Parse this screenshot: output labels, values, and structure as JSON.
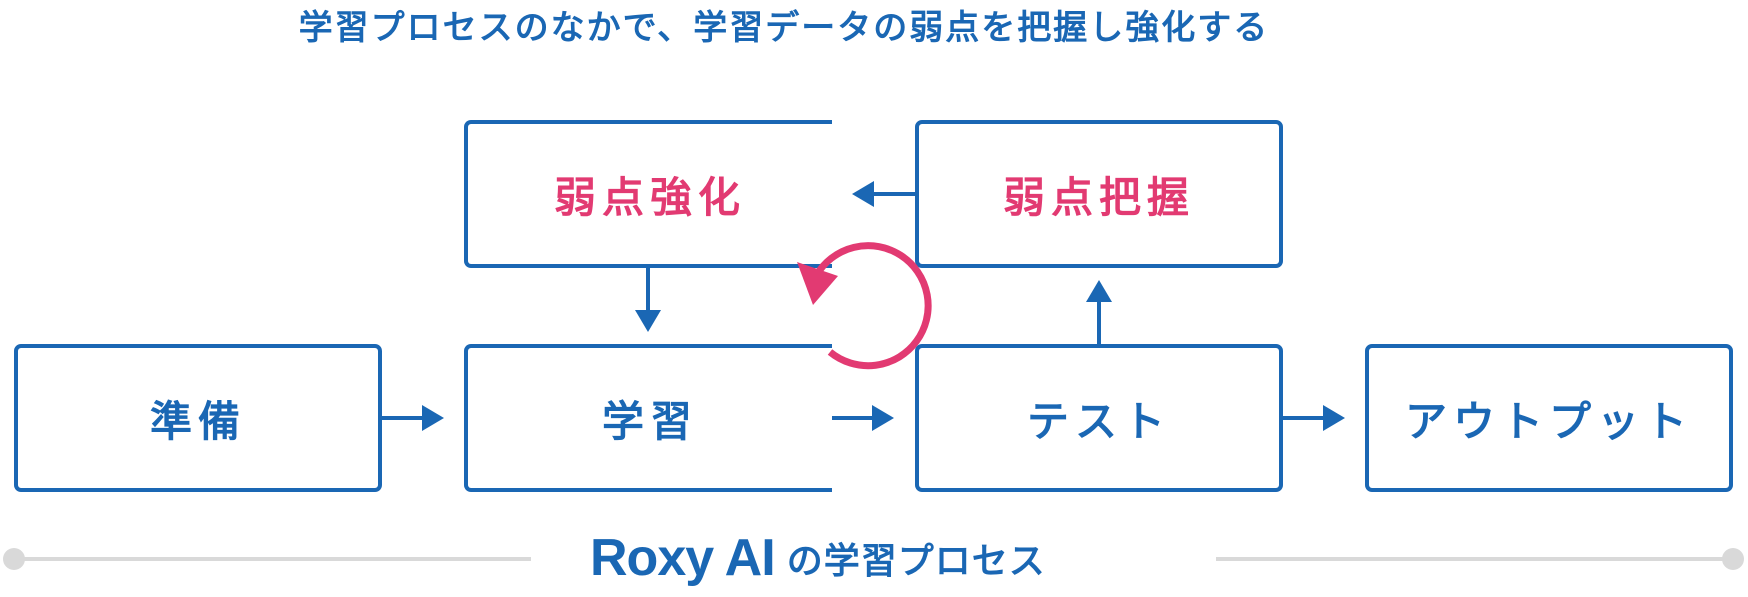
{
  "headline": "学習プロセスのなかで、学習データの弱点を把握し強化する",
  "steps": {
    "prep": "準備",
    "learn": "学習",
    "test": "テスト",
    "output": "アウトプット",
    "weak_reinforce": "弱点強化",
    "weak_identify": "弱点把握"
  },
  "footer": {
    "brand": "Roxy AI",
    "tagline": "の学習プロセス"
  },
  "colors": {
    "primary": "#1a67b4",
    "accent": "#e23a72",
    "rule": "#d9d9d9"
  }
}
